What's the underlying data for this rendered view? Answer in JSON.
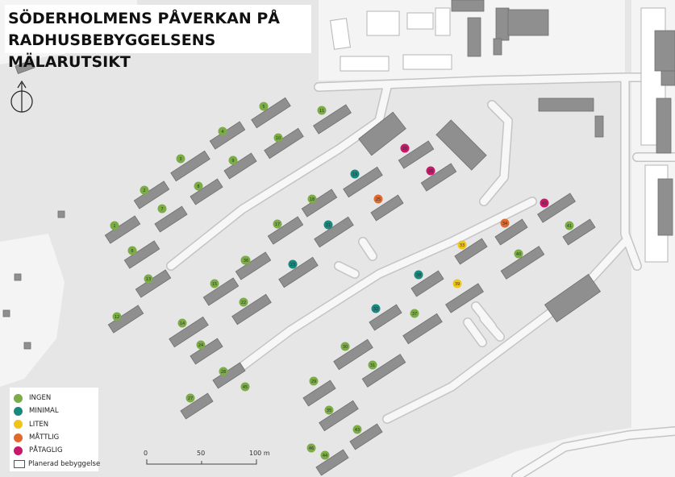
{
  "title": {
    "line1": "SÖDERHOLMENS PÅVERKAN PÅ",
    "line2": "RADHUSBEBYGGELSENS MÄLARUTSIKT"
  },
  "north_arrow_icon": "north-arrow-icon",
  "legend": {
    "items": [
      {
        "key": "ingen",
        "label": "INGEN",
        "color": "#7bac45"
      },
      {
        "key": "minimal",
        "label": "MINIMAL",
        "color": "#17897f"
      },
      {
        "key": "liten",
        "label": "LITEN",
        "color": "#f0c419"
      },
      {
        "key": "mattlig",
        "label": "MÅTTLIG",
        "color": "#e06a2e"
      },
      {
        "key": "pataglig",
        "label": "PÅTAGLIG",
        "color": "#c8186a"
      }
    ],
    "planned_label": "Planerad bebyggelse"
  },
  "scalebar": {
    "ticks": [
      "0",
      "50",
      "100 m"
    ]
  },
  "colors": {
    "background": "#e6e6e6",
    "road": "#f7f7f7",
    "road_edge": "#c4c4c4",
    "building": "#8f8f8f",
    "building_edge": "#6f6f6f",
    "planned": "#ffffff"
  },
  "points": [
    {
      "n": "1",
      "c": "ingen"
    },
    {
      "n": "2",
      "c": "ingen"
    },
    {
      "n": "3",
      "c": "ingen"
    },
    {
      "n": "4",
      "c": "ingen"
    },
    {
      "n": "5",
      "c": "ingen"
    },
    {
      "n": "6",
      "c": "ingen"
    },
    {
      "n": "7",
      "c": "ingen"
    },
    {
      "n": "8",
      "c": "ingen"
    },
    {
      "n": "9",
      "c": "ingen"
    },
    {
      "n": "10",
      "c": "ingen"
    },
    {
      "n": "11",
      "c": "ingen"
    },
    {
      "n": "12",
      "c": "ingen"
    },
    {
      "n": "13",
      "c": "ingen"
    },
    {
      "n": "14",
      "c": "ingen"
    },
    {
      "n": "15",
      "c": "ingen"
    },
    {
      "n": "16",
      "c": "ingen"
    },
    {
      "n": "17",
      "c": "ingen"
    },
    {
      "n": "18",
      "c": "ingen"
    },
    {
      "n": "19",
      "c": "minimal"
    },
    {
      "n": "20",
      "c": "pataglig"
    },
    {
      "n": "21",
      "c": "minimal"
    },
    {
      "n": "22",
      "c": "ingen"
    },
    {
      "n": "23",
      "c": "minimal"
    },
    {
      "n": "24",
      "c": "ingen"
    },
    {
      "n": "25",
      "c": "mattlig"
    },
    {
      "n": "26",
      "c": "pataglig"
    },
    {
      "n": "27",
      "c": "ingen"
    },
    {
      "n": "28",
      "c": "ingen"
    },
    {
      "n": "29",
      "c": "ingen"
    },
    {
      "n": "30",
      "c": "ingen"
    },
    {
      "n": "31",
      "c": "ingen"
    },
    {
      "n": "32",
      "c": "minimal"
    },
    {
      "n": "33",
      "c": "liten"
    },
    {
      "n": "34",
      "c": "mattlig"
    },
    {
      "n": "35",
      "c": "ingen"
    },
    {
      "n": "36",
      "c": "ingen"
    },
    {
      "n": "37",
      "c": "ingen"
    },
    {
      "n": "38",
      "c": "minimal"
    },
    {
      "n": "39",
      "c": "liten"
    },
    {
      "n": "40",
      "c": "ingen"
    },
    {
      "n": "41",
      "c": "ingen"
    },
    {
      "n": "42",
      "c": "pataglig"
    },
    {
      "n": "43",
      "c": "ingen"
    },
    {
      "n": "44",
      "c": "ingen"
    },
    {
      "n": "45",
      "c": "ingen"
    },
    {
      "n": "46",
      "c": "ingen"
    }
  ]
}
